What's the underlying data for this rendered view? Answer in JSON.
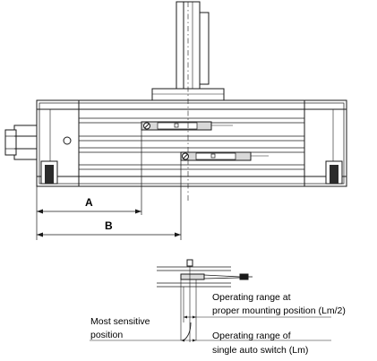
{
  "dimensions": {
    "a_label": "A",
    "b_label": "B"
  },
  "callouts": {
    "operating_range_proper": {
      "line1": "Operating range at",
      "line2": "proper mounting position (Lm/2)"
    },
    "most_sensitive": {
      "line1": "Most sensitive",
      "line2": "position"
    },
    "operating_range_single": {
      "line1": "Operating range of",
      "line2": "single auto switch (Lm)"
    }
  },
  "colors": {
    "line": "#1a1a1a",
    "shade": "#d9d9d9",
    "dark": "#2b2b2b"
  }
}
